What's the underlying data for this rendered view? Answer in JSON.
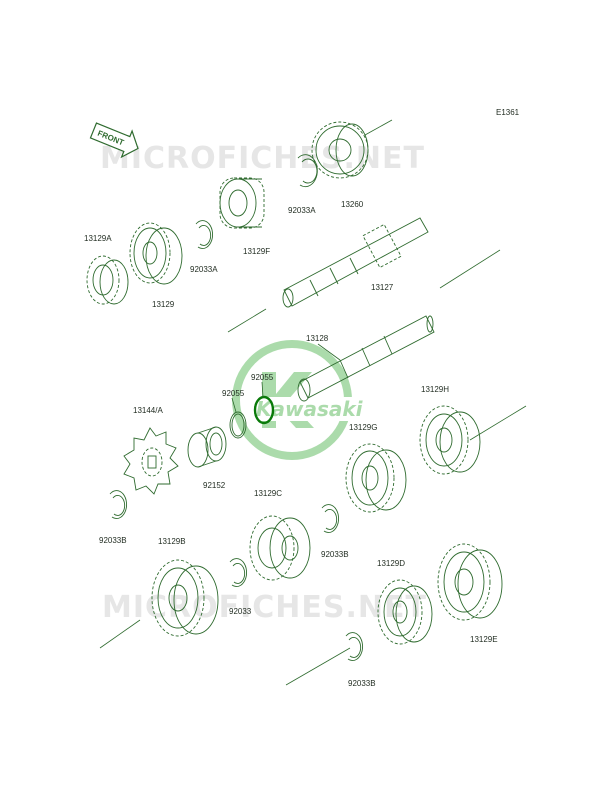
{
  "diagram": {
    "code": "E1361",
    "front_tag": "FRONT",
    "watermarks": [
      "MICROFICHES.NET",
      "MICROFICHES.NET"
    ],
    "logo_text": "Kawasaki",
    "colors": {
      "line": "#2f6b2f",
      "highlight": "#0a7a0a",
      "logo": "#8fd08f",
      "watermark": "#e6e6e6"
    }
  },
  "parts": [
    {
      "id": "p13260",
      "label": "13260",
      "icon": "gear",
      "highlighted": false
    },
    {
      "id": "p92033a_top",
      "label": "92033A",
      "icon": "circlip",
      "highlighted": false
    },
    {
      "id": "p13129f",
      "label": "13129F",
      "icon": "gear",
      "highlighted": false
    },
    {
      "id": "p92033a_mid",
      "label": "92033A",
      "icon": "circlip",
      "highlighted": false
    },
    {
      "id": "p13129",
      "label": "13129",
      "icon": "gear",
      "highlighted": false
    },
    {
      "id": "p13129a",
      "label": "13129A",
      "icon": "gear",
      "highlighted": false
    },
    {
      "id": "p13127",
      "label": "13127",
      "icon": "shaft",
      "highlighted": false
    },
    {
      "id": "p13128",
      "label": "13128",
      "icon": "shaft",
      "highlighted": false
    },
    {
      "id": "p92055_a",
      "label": "92055",
      "icon": "oring",
      "highlighted": false
    },
    {
      "id": "p92055_b",
      "label": "92055",
      "icon": "oring",
      "highlighted": true
    },
    {
      "id": "p13144",
      "label": "13144/A",
      "icon": "sprocket",
      "highlighted": false
    },
    {
      "id": "p92152",
      "label": "92152",
      "icon": "collar",
      "highlighted": false
    },
    {
      "id": "p13129g",
      "label": "13129G",
      "icon": "gear",
      "highlighted": false
    },
    {
      "id": "p13129h",
      "label": "13129H",
      "icon": "gear",
      "highlighted": false
    },
    {
      "id": "p92033b_left",
      "label": "92033B",
      "icon": "circlip",
      "highlighted": false
    },
    {
      "id": "p13129c",
      "label": "13129C",
      "icon": "gear",
      "highlighted": false
    },
    {
      "id": "p92033b_mid",
      "label": "92033B",
      "icon": "circlip",
      "highlighted": false
    },
    {
      "id": "p13129b",
      "label": "13129B",
      "icon": "gear",
      "highlighted": false
    },
    {
      "id": "p92033",
      "label": "92033",
      "icon": "circlip",
      "highlighted": false
    },
    {
      "id": "p13129d",
      "label": "13129D",
      "icon": "gear",
      "highlighted": false
    },
    {
      "id": "p13129e",
      "label": "13129E",
      "icon": "gear",
      "highlighted": false
    },
    {
      "id": "p92033b_bottom",
      "label": "92033B",
      "icon": "circlip",
      "highlighted": false
    }
  ]
}
